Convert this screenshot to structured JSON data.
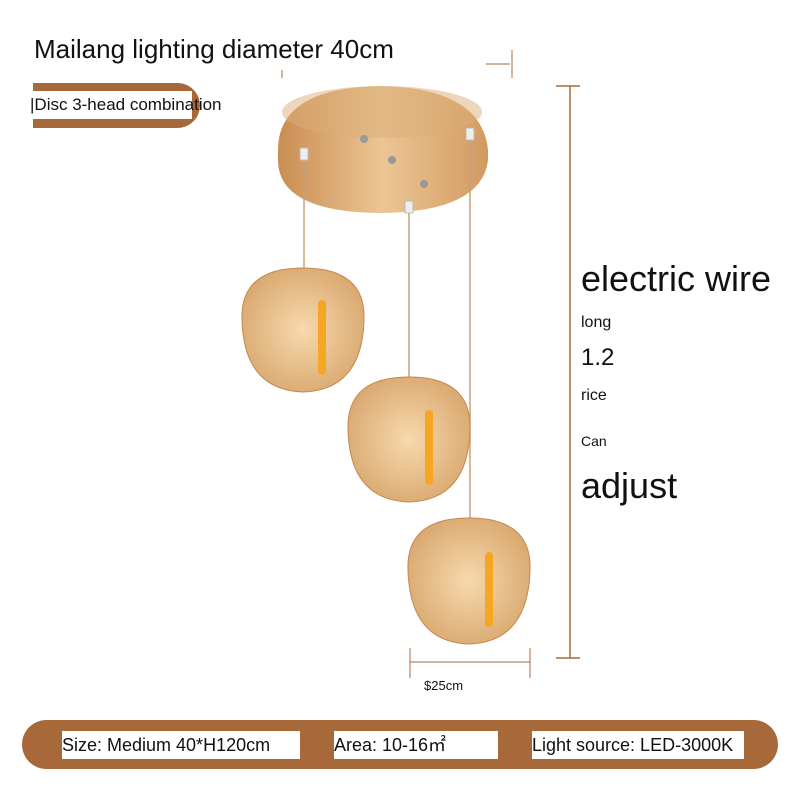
{
  "title": "Mailang lighting diameter 40cm",
  "subtitle": "|Disc 3-head combination",
  "wire_note": {
    "line1": "electric wire",
    "line2": "long",
    "line3": "1.2",
    "line4": "rice",
    "line5": "Can",
    "line6": "adjust"
  },
  "shade_dimension": "$25cm",
  "specs": [
    "Size: Medium 40*H120cm",
    "Area: 10-16㎡",
    "Light source: LED-3000K"
  ],
  "colors": {
    "accent": "#a8693a",
    "wood": "#e2b07a"
  }
}
